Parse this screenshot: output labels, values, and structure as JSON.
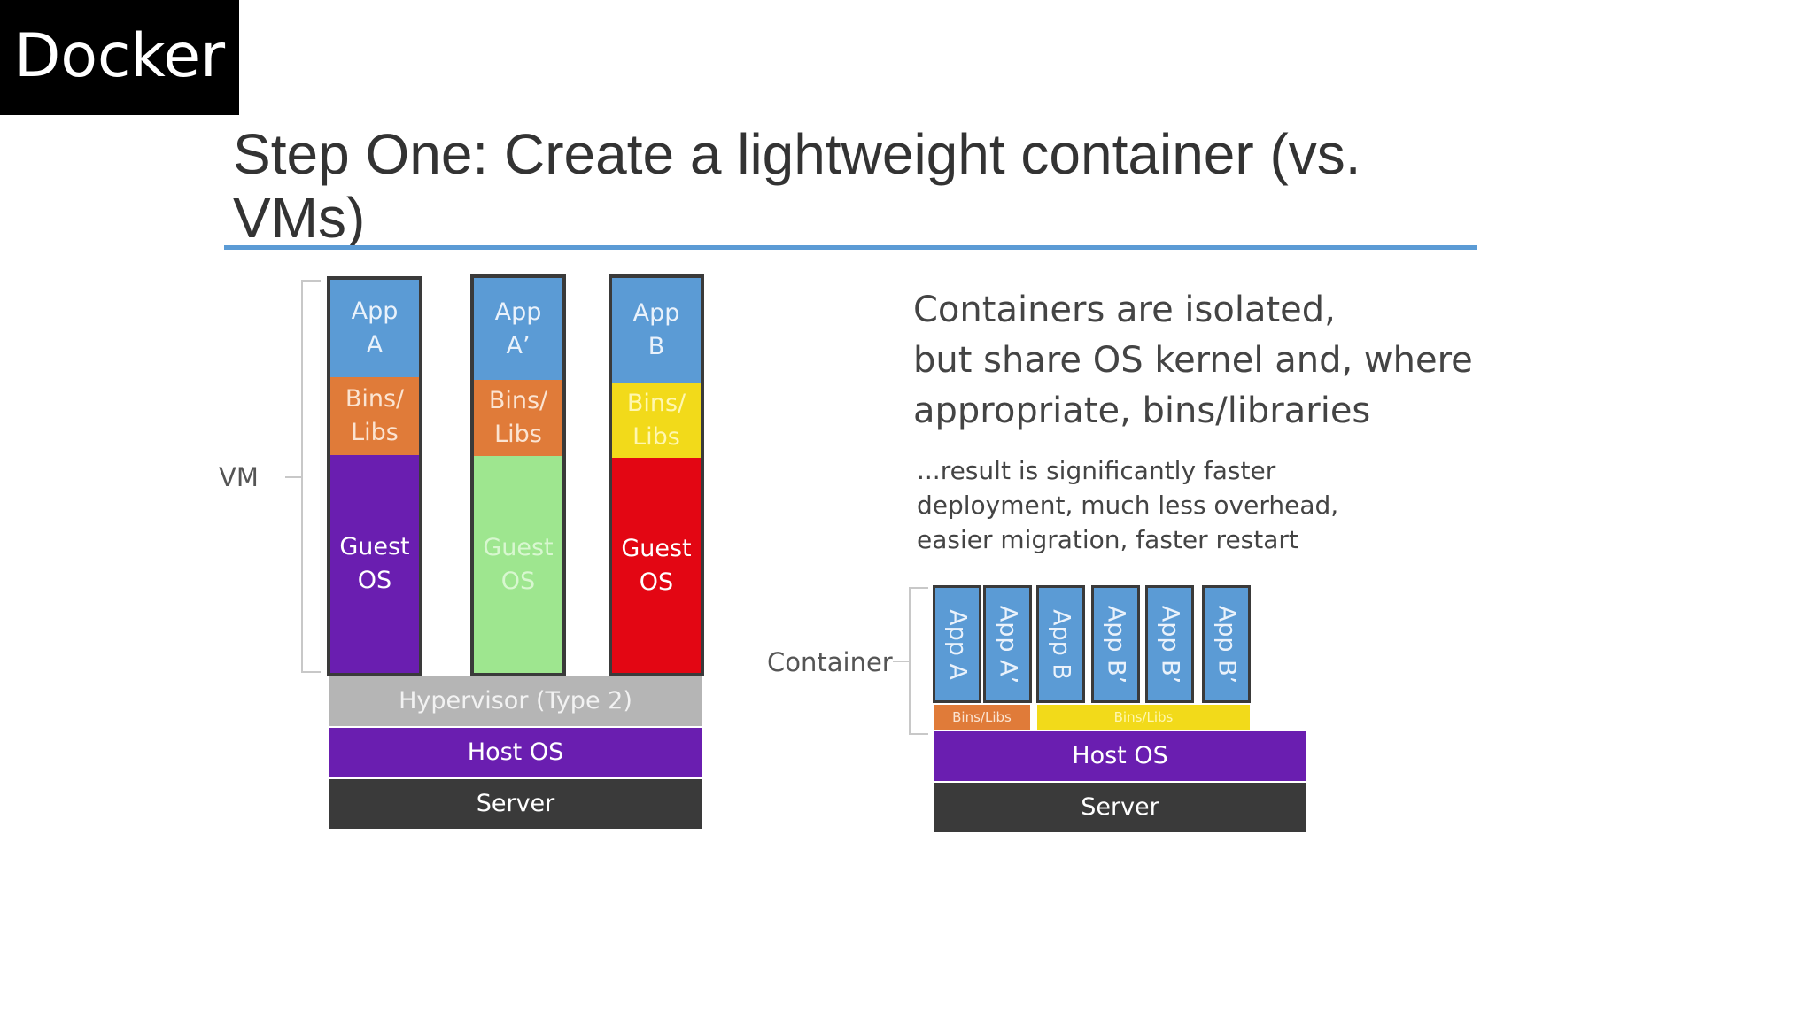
{
  "corner_label": "Docker",
  "title": "Step One: Create a lightweight container (vs.\nVMs)",
  "vm_side": {
    "brace_label": "VM",
    "columns": [
      {
        "app": "App\nA",
        "bins": "Bins/\nLibs",
        "guest": "Guest\nOS"
      },
      {
        "app": "App\nA’",
        "bins": "Bins/\nLibs",
        "guest": "Guest\nOS"
      },
      {
        "app": "App\nB",
        "bins": "Bins/\nLibs",
        "guest": "Guest\nOS"
      }
    ],
    "hypervisor": "Hypervisor (Type 2)",
    "host_os": "Host OS",
    "server": "Server"
  },
  "container_side": {
    "headline": "Containers are isolated,\nbut share OS kernel  and, where\nappropriate, bins/libraries",
    "subtext": "...result is significantly faster\ndeployment,  much less overhead,\neasier migration, faster restart",
    "brace_label": "Container",
    "apps": [
      "App A",
      "App A’",
      "App B",
      "App B’",
      "App B’",
      "App B’"
    ],
    "bins_a": "Bins/Libs",
    "bins_b": "Bins/Libs",
    "host_os": "Host OS",
    "server": "Server"
  },
  "colors": {
    "app": "#5b9bd5",
    "bins_orange": "#e07b39",
    "bins_yellow": "#f2da1a",
    "guest_purple": "#6a1eb0",
    "guest_green": "#9ee68f",
    "guest_red": "#e30613",
    "hypervisor": "#b5b5b5",
    "host_os": "#6a1eb0",
    "server": "#3a3a3a",
    "title_rule": "#5b9bd5"
  }
}
